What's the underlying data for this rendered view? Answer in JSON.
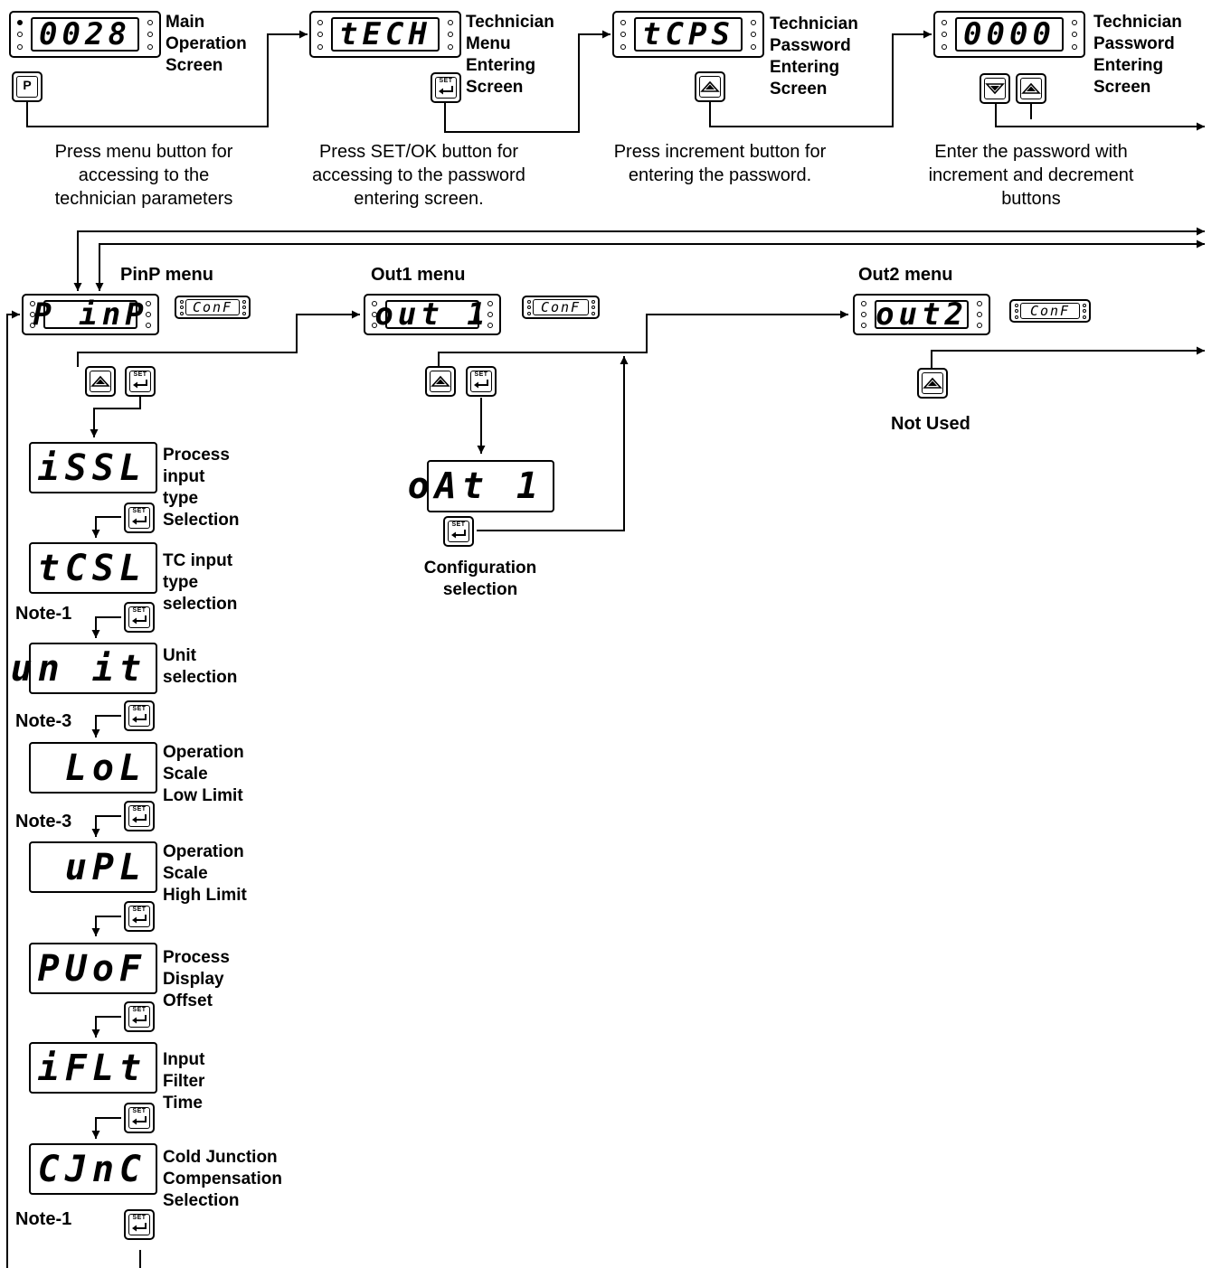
{
  "displays": {
    "main": "0028",
    "tech": "tECH",
    "tcps": "tCPS",
    "pass": "0000",
    "pinp": "P inP",
    "out1": "out 1",
    "out2": "out2",
    "conf": "ConF",
    "issl": "iSSL",
    "tcsl": "tCSL",
    "unit": "un it",
    "lol": "LoL",
    "upl": "uPL",
    "puof": "PUoF",
    "iflt": "iFLt",
    "cjnc": "CJnC",
    "oat1": "oAt 1"
  },
  "top_labels": {
    "main": "Main\nOperation\nScreen",
    "tech": "Technician\nMenu\nEntering\nScreen",
    "tcps": "Technician\nPassword\nEntering\nScreen",
    "pass": "Technician\nPassword\nEntering\nScreen"
  },
  "captions": {
    "c1": "Press menu button for\naccessing to the\ntechnician parameters",
    "c2": "Press SET/OK button for\naccessing to the password\nentering screen.",
    "c3": "Press increment button for\nentering the password.",
    "c4": "Enter the password with\nincrement and decrement\nbuttons"
  },
  "menus": {
    "pinp": "PinP menu",
    "out1": "Out1 menu",
    "out2": "Out2 menu"
  },
  "params": {
    "issl": "Process\ninput\ntype\nSelection",
    "tcsl": "TC input\ntype\nselection",
    "unit": "Unit\nselection",
    "lol": "Operation\nScale\nLow Limit",
    "upl": "Operation\nScale\nHigh Limit",
    "puof": "Process\nDisplay\nOffset",
    "iflt": "Input\nFilter\nTime",
    "cjnc": "Cold Junction\nCompensation\nSelection"
  },
  "notes": {
    "n1": "Note-1",
    "n2": "Note-3",
    "n3": "Note-3",
    "n4": "Note-1"
  },
  "out1_caption": "Configuration\nselection",
  "out2_caption": "Not Used",
  "buttons": {
    "menu": "P",
    "set": "SET"
  }
}
